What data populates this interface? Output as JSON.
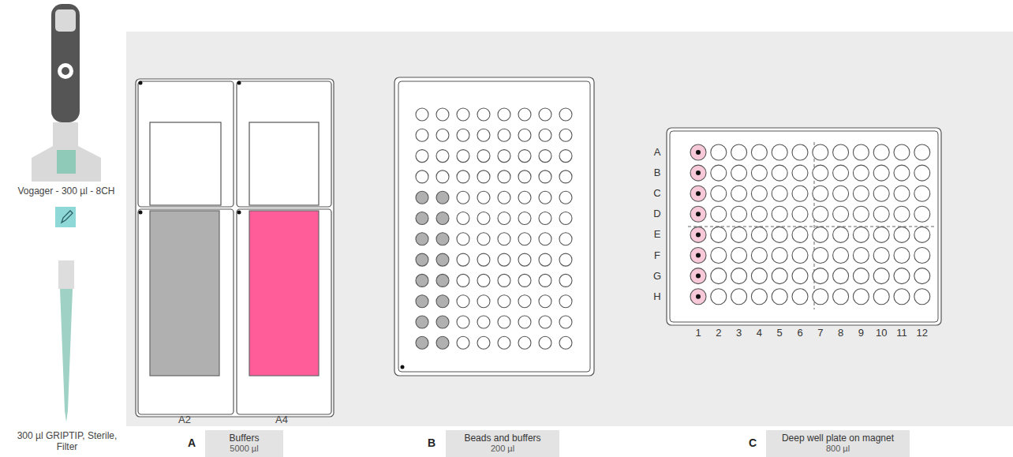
{
  "diagram": {
    "nodes": [
      {
        "text": [
          "Buffers",
          "5000 µl"
        ]
      },
      {
        "text": [
          "Beads and buffers",
          "200 µl"
        ]
      },
      {
        "text": [
          "Deep well plate on magnet",
          "800 µl"
        ]
      }
    ],
    "labels": [
      "Vogager - 300 µl - 8CH",
      "300 µl GRIPTIP, Sterile, Filter",
      "A2",
      "A4",
      "A",
      "B",
      "C",
      "A",
      "B",
      "C",
      "D",
      "E",
      "F",
      "G",
      "H",
      "1",
      "2",
      "3",
      "4",
      "5",
      "6",
      "7",
      "8",
      "9",
      "10",
      "11",
      "12"
    ]
  }
}
